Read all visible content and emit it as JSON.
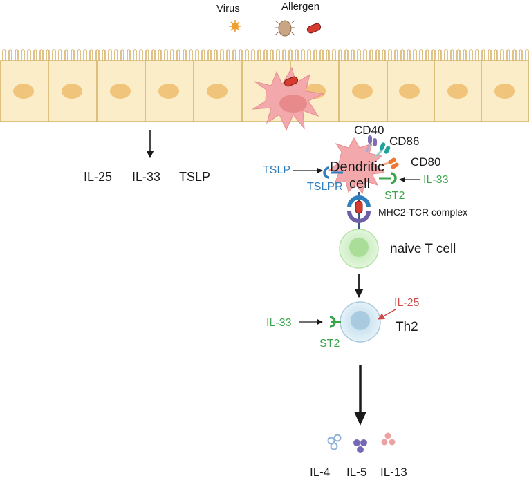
{
  "triggers": {
    "virus_label": "Virus",
    "allergen_label": "Allergen"
  },
  "epithelium": {
    "cytokines": [
      "IL-25",
      "IL-33",
      "TSLP"
    ]
  },
  "dendritic": {
    "label_line1": "Dendritic",
    "label_line2": "cell",
    "markers": [
      "CD40",
      "CD86",
      "CD80"
    ],
    "tslp": "TSLP",
    "tslpr": "TSLPR",
    "il33": "IL-33",
    "st2": "ST2",
    "complex": "MHC2-TCR complex"
  },
  "tcell": {
    "label": "naive T cell"
  },
  "th2": {
    "label": "Th2",
    "il25": "IL-25",
    "il33": "IL-33",
    "st2": "ST2"
  },
  "outputs": [
    "IL-4",
    "IL-5",
    "IL-13"
  ],
  "colors": {
    "epithelium_fill": "#fbedc8",
    "epithelium_border": "#d8b46c",
    "nucleus": "#f1c47c",
    "dendritic": "#f3a9ab",
    "receptor_blue": "#2f7fbf",
    "receptor_green": "#3aa54a",
    "il25_red": "#cf4a4a",
    "tcell": "#cbeec0",
    "th2": "#cde4f1",
    "il4": "#8fb0d8",
    "il5": "#7668b4",
    "il13": "#eca2a2"
  }
}
